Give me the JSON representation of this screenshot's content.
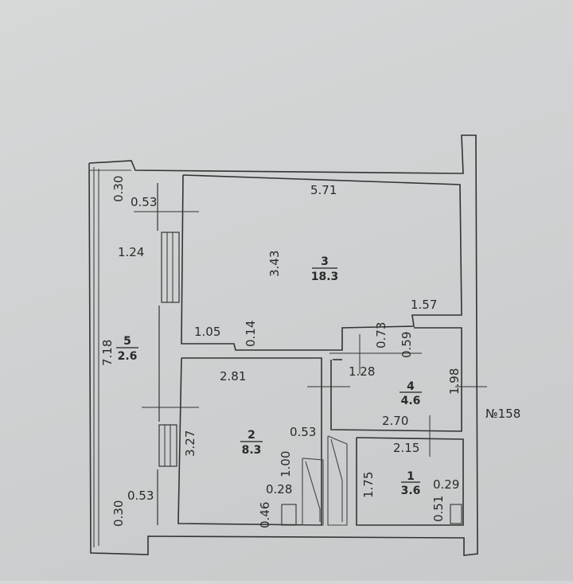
{
  "plan": {
    "rooms": [
      {
        "number": "1",
        "area": "3.6"
      },
      {
        "number": "2",
        "area": "8.3"
      },
      {
        "number": "3",
        "area": "18.3"
      },
      {
        "number": "4",
        "area": "4.6"
      },
      {
        "number": "5",
        "area": "2.6"
      }
    ],
    "apartment_label": "№158",
    "dimensions": {
      "r3_width_top": "5.71",
      "r3_height": "3.43",
      "r3_step": "1.57",
      "r3_left_bottom": "1.05",
      "r3_offset": "0.14",
      "r3_niche": "0.73",
      "balcony_top": "0.30",
      "balcony_mid_top": "0.53",
      "balcony_window": "1.24",
      "balcony_length": "7.18",
      "balcony_mid_bottom": "0.53",
      "balcony_bottom": "0.30",
      "r2_width": "2.81",
      "r2_height": "3.27",
      "r2_niche": "0.53",
      "r2_cab_h": "1.00",
      "r2_cab_w": "0.28",
      "r2_cab_base": "0.46",
      "hall_width": "1.28",
      "r4_gap": "0.59",
      "r4_height": "1.98",
      "r4_width": "2.70",
      "r1_width": "2.15",
      "r1_height": "1.75",
      "r1_cab_w": "0.29",
      "r1_cab_h": "0.51"
    }
  }
}
